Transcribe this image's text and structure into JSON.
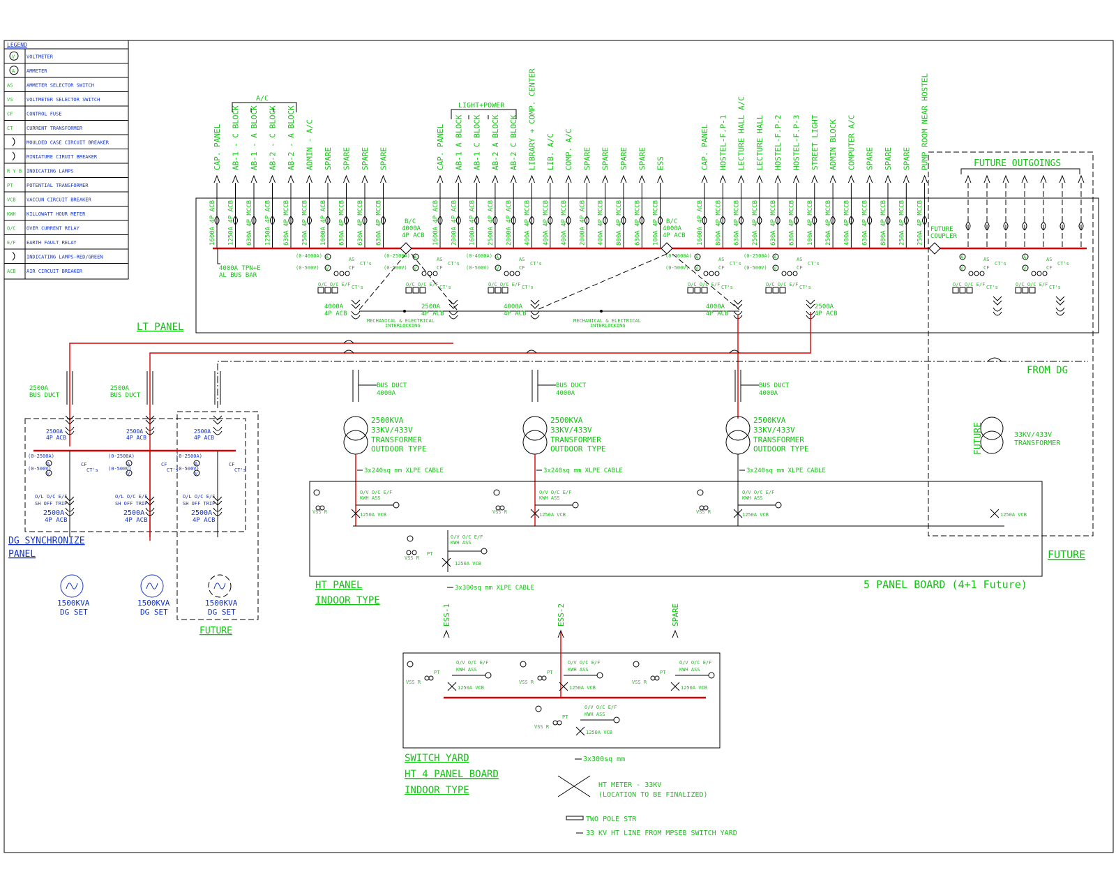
{
  "legend": {
    "title": "LEGEND",
    "items": [
      {
        "sym": "V",
        "label": "VOLTMETER"
      },
      {
        "sym": "A",
        "label": "AMMETER"
      },
      {
        "sym": "AS",
        "label": "AMMETER SELECTOR SWITCH"
      },
      {
        "sym": "VS",
        "label": "VOLTMETER SELECTOR SWITCH"
      },
      {
        "sym": "CF",
        "label": "CONTROL FUSE"
      },
      {
        "sym": "CT",
        "label": "CURRENT TRANSFORMER"
      },
      {
        "sym": "",
        "label": "MOULDED CASE CIRCUIT BREAKER"
      },
      {
        "sym": "",
        "label": "MINIATURE CIRUIT BREAKER"
      },
      {
        "sym": "R Y B",
        "label": "INDICATING LAMPS"
      },
      {
        "sym": "PT",
        "label": "POTENTIAL TRANSFORMER"
      },
      {
        "sym": "VCB",
        "label": "VACCUN CIRCUIT BREAKER"
      },
      {
        "sym": "KWH",
        "label": "KILLOWATT HOUR METER"
      },
      {
        "sym": "O/C",
        "label": "OVER CURRENT RELAY"
      },
      {
        "sym": "E/F",
        "label": "EARTH FAULT RELAY"
      },
      {
        "sym": "",
        "label": "INDICATING LAMPS-RED/GREEN"
      },
      {
        "sym": "ACB",
        "label": "AIR CIRCUIT BREAKER"
      }
    ]
  },
  "lt_panel": {
    "title": "LT PANEL",
    "groups": {
      "ac": "A/C",
      "light_power": "LIGHT+POWER",
      "future_outgoings": "FUTURE OUTGOINGS"
    },
    "feeders_a": [
      "CAP. PANEL",
      "AB-1 - C BLOCK",
      "AB-1 - A BLOCK",
      "AB-2 - C BLOCK",
      "AB-2 - A BLOCK",
      "ADMIN - A/C",
      "SPARE",
      "SPARE",
      "SPARE",
      "SPARE"
    ],
    "ratings_a": [
      "1600A 4P ACB",
      "1250A 4P ACB",
      "630A 4P MCCB",
      "1250A 4P ACB",
      "630A 4P MCCB",
      "250A 4P MCCB",
      "1000A 4P ACB",
      "630A 4P MCCB",
      "630A 4P MCCB",
      "630A 4P MCCB"
    ],
    "feeders_b": [
      "CAP. PANEL",
      "AB-1 A BLOCK",
      "AB-1 C BLOCK",
      "AB-2 A BLOCK",
      "AB-2 C BLOCK",
      "LIBRARY + COMP. CENTER",
      "LIB. A/C",
      "COMP. A/C",
      "SPARE",
      "SPARE",
      "SPARE",
      "SPARE",
      "ESS"
    ],
    "ratings_b": [
      "1600A 4P ACB",
      "2000A 4P ACB",
      "1600A 4P ACB",
      "2500A 4P ACB",
      "2000A 4P ACB",
      "400A 4P MCCB",
      "400A 4P MCCB",
      "400A 4P MCCB",
      "2000A 4P ACB",
      "400A 4P MCCB",
      "800A 4P MCCB",
      "630A 4P MCCB",
      "100A 4P MCCB"
    ],
    "feeders_c": [
      "CAP. PANEL",
      "HOSTEL-F.P-1",
      "LECTURE HALL A/C",
      "LECTURE HALL",
      "HOSTEL-F.P-2",
      "HOSTEL-F.P-3",
      "STREET LIGHT",
      "ADMIN BLOCK",
      "COMPUTER A/C",
      "SPARE",
      "SPARE",
      "SPARE",
      "PUMP ROOM NEAR HOSTEL"
    ],
    "ratings_c": [
      "1600A 4P ACB",
      "800A 4P MCCB",
      "630A 4P MCCB",
      "250A 4P MCCB",
      "630A 4P MCCB",
      "630A 4P MCCB",
      "100A 4P MCCB",
      "250A 4P MCCB",
      "400A 4P MCCB",
      "630A 4P MCCB",
      "800A 4P MCCB",
      "250A 4P MCCB",
      "250A 4P MCCB"
    ],
    "busbar": "4000A TPN+E AL BUS BAR",
    "bus_coupler_1": "B/C 4000A 4P ACB",
    "bus_coupler_2": "B/C 4000A 4P ACB",
    "future_coupler": "FUTURE COUPLER",
    "incomer_labels": [
      "4000A 4P ACB",
      "2500A 4P ACB",
      "4000A 4P ACB",
      "4000A 4P ACB",
      "2500A 4P ACB"
    ],
    "interlock": "MECHANICAL & ELECTRICAL INTERLOCKING",
    "meter_ranges": [
      "(0-4000A)",
      "(0-500V)",
      "(0-2500A)",
      "(0-500V)"
    ],
    "relay_labels": "O/C O/C E/F",
    "small": {
      "as": "AS",
      "cf": "CF",
      "cts": "CT's",
      "rgb": "R Y B",
      "vs": "VS"
    }
  },
  "bus_duct": {
    "dg1": "2500A BUS DUCT",
    "dg2": "2500A BUS DUCT",
    "tr": "BUS DUCT 4000A"
  },
  "from_dg": "FROM DG",
  "transformers": {
    "rating": "2500KVA",
    "voltage": "33KV/433V",
    "type1": "TRANSFORMER",
    "type2": "OUTDOOR TYPE",
    "cable": "3x240sq mm XLPE CABLE",
    "future_label": "FUTURE",
    "future_voltage": "33KV/433V",
    "future_type": "TRANSFORMER"
  },
  "dg_panel": {
    "title1": "DG SYNCHRONIZE",
    "title2": "PANEL",
    "acb": "2500A 4P ACB",
    "meter1": "(0-2500A)",
    "meter2": "(0-500V)",
    "relays": "O/L O/C E/F",
    "trip": "SH OFF TRIP",
    "sets": [
      {
        "kva": "1500KVA",
        "name": "DG SET"
      },
      {
        "kva": "1500KVA",
        "name": "DG SET"
      },
      {
        "kva": "1500KVA",
        "name": "DG SET"
      }
    ],
    "future": "FUTURE"
  },
  "ht_panel": {
    "title1": "HT PANEL",
    "title2": "INDOOR TYPE",
    "vcb": "1250A VCB",
    "relays": "O/V O/C E/F",
    "kwh_as": "KWH ASS",
    "pt": "PT",
    "vss": "VSS R",
    "cable": "3x300sq mm XLPE CABLE",
    "future": "FUTURE",
    "board": "5 PANEL BOARD (4+1 Future)"
  },
  "switch_yard": {
    "feeders": [
      "ESS-1",
      "ESS-2",
      "SPARE"
    ],
    "title1": "SWITCH YARD",
    "title2": "HT 4 PANEL BOARD",
    "title3": "INDOOR TYPE",
    "cable": "3x300sq mm",
    "meter1": "HT METER - 33KV",
    "meter2": "(LOCATION TO BE FINALIZED)",
    "pole": "TWO POLE STR",
    "line": "33 KV HT LINE FROM MPSEB SWITCH YARD"
  },
  "colors": {
    "text": "#12c412",
    "dg_text": "#1434c8",
    "bus": "#e00000",
    "line": "#000000"
  }
}
